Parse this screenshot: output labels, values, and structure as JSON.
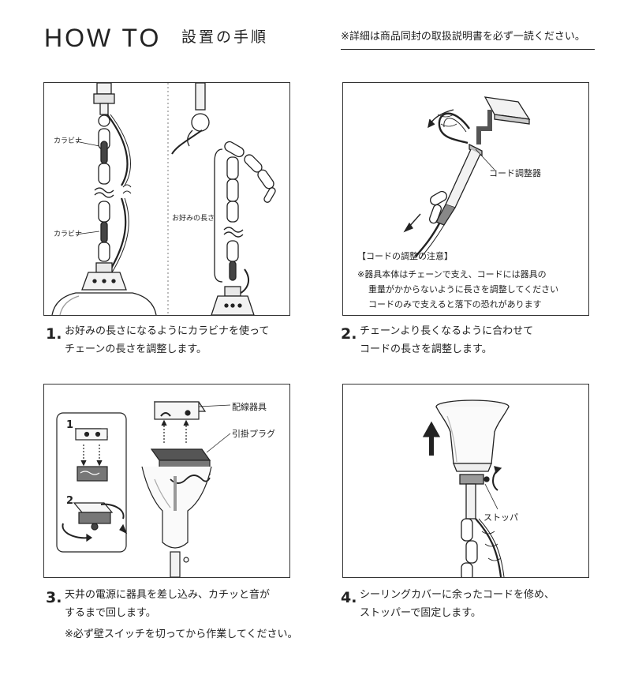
{
  "header": {
    "title_en": "HOW TO",
    "title_ja": "設置の手順",
    "note": "※詳細は商品同封の取扱説明書を必ず一読ください。"
  },
  "steps": [
    {
      "number": "1.",
      "lines": [
        "お好みの長さになるようにカラビナを使って",
        "チェーンの長さを調整します。"
      ],
      "labels": {
        "carabiner_top": "カラビナ",
        "carabiner_bottom": "カラビナ",
        "length": "お好みの長さ"
      }
    },
    {
      "number": "2.",
      "lines": [
        "チェーンより長くなるように合わせて",
        "コードの長さを調整します。"
      ],
      "labels": {
        "cord_adjuster": "コード調整器"
      },
      "caution": {
        "title": "【コードの調整の注意】",
        "lines": [
          "※器具本体はチェーンで支え、コードには器具の",
          "重量がかからないように長さを調整してください",
          "コードのみで支えると落下の恐れがあります"
        ]
      }
    },
    {
      "number": "3.",
      "lines": [
        "天井の電源に器具を差し込み、カチッと音が",
        "するまで回します。"
      ],
      "note": "※必ず壁スイッチを切ってから作業してください。",
      "labels": {
        "wiring_fixture": "配線器具",
        "hook_plug": "引掛プラグ",
        "sub_1": "1",
        "sub_2": "2"
      }
    },
    {
      "number": "4.",
      "lines": [
        "シーリングカバーに余ったコードを修め、",
        "ストッパーで固定します。"
      ],
      "labels": {
        "stopper": "ストッパ"
      }
    }
  ]
}
